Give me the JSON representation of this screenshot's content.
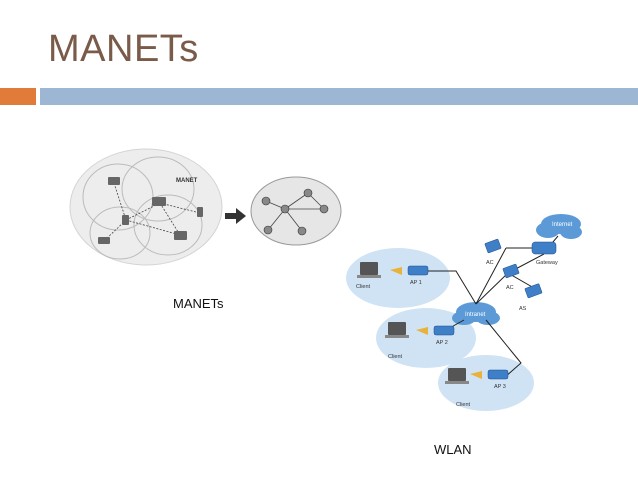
{
  "slide": {
    "title": "MANETs",
    "caption_left": "MANETs",
    "caption_right": "WLAN"
  },
  "manet_figure": {
    "label": "MANET"
  },
  "wlan_figure": {
    "labels": {
      "internet": "Internet",
      "intranet": "Intranet",
      "gateway": "Gateway",
      "ac_top": "AC",
      "ac_mid": "AC",
      "as": "AS",
      "client1": "Client",
      "client2": "Client",
      "client3": "Client",
      "ap1": "AP 1",
      "ap2": "AP 2",
      "ap3": "AP 3"
    }
  },
  "colors": {
    "title": "#7a5a48",
    "accent_orange": "#e07b39",
    "accent_blue": "#9cb6d3",
    "cell_blue": "#cfe3f5",
    "device_blue": "#3f7fc7"
  }
}
